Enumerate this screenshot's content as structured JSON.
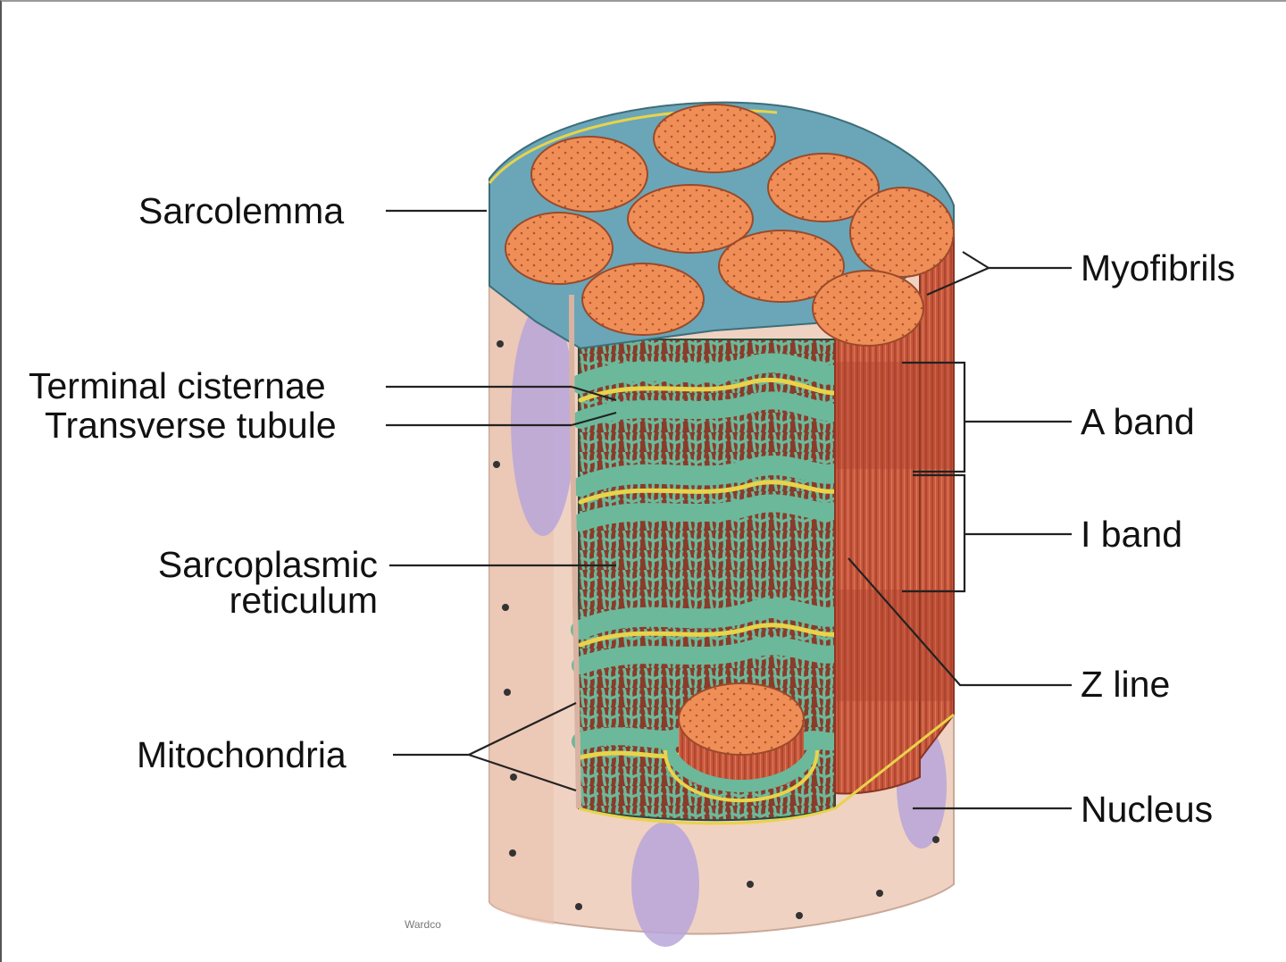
{
  "labels": {
    "sarcolemma": "Sarcolemma",
    "terminal_cisternae": "Terminal cisternae",
    "transverse_tubule": "Transverse tubule",
    "sarcoplasmic_reticulum_line1": "Sarcoplasmic",
    "sarcoplasmic_reticulum_line2": "reticulum",
    "mitochondria": "Mitochondria",
    "myofibrils": "Myofibrils",
    "a_band": "A band",
    "i_band": "I band",
    "z_line": "Z line",
    "nucleus": "Nucleus"
  },
  "credit": "Wardco",
  "colors": {
    "myofibril_end": "#ef8f57",
    "myofibril_side": "#c9583c",
    "sarcolemma_pink": "#f0d2c2",
    "reticulum_green": "#6cb89a",
    "tubule_yellow": "#e8d34a",
    "nucleus_violet": "#b7a6d9",
    "line": "#222222"
  },
  "icons": {
    "fiber": "muscle-fiber-illustration"
  }
}
